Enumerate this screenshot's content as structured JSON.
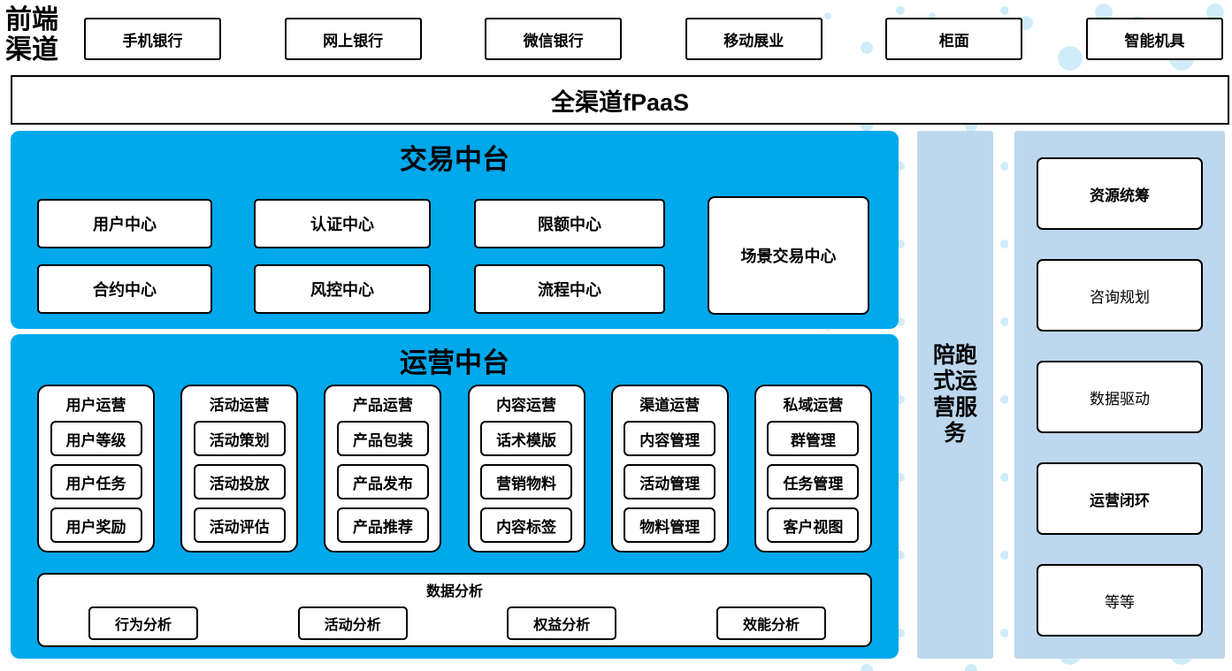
{
  "front_channels": {
    "label": "前端渠道",
    "items": [
      "手机银行",
      "网上银行",
      "微信银行",
      "移动展业",
      "柜面",
      "智能机具"
    ]
  },
  "fpaas": {
    "label": "全渠道fPaaS"
  },
  "trade_platform": {
    "title": "交易中台",
    "grid_boxes": [
      "用户中心",
      "认证中心",
      "限额中心",
      "合约中心",
      "风控中心",
      "流程中心"
    ],
    "tall_box": "场景交易中心"
  },
  "ops_platform": {
    "title": "运营中台",
    "columns": [
      {
        "title": "用户运营",
        "items": [
          "用户等级",
          "用户任务",
          "用户奖励"
        ]
      },
      {
        "title": "活动运营",
        "items": [
          "活动策划",
          "活动投放",
          "活动评估"
        ]
      },
      {
        "title": "产品运营",
        "items": [
          "产品包装",
          "产品发布",
          "产品推荐"
        ]
      },
      {
        "title": "内容运营",
        "items": [
          "话术模版",
          "营销物料",
          "内容标签"
        ]
      },
      {
        "title": "渠道运营",
        "items": [
          "内容管理",
          "活动管理",
          "物料管理"
        ]
      },
      {
        "title": "私域运营",
        "items": [
          "群管理",
          "任务管理",
          "客户视图"
        ]
      }
    ],
    "data_analysis": {
      "title": "数据分析",
      "items": [
        "行为分析",
        "活动分析",
        "权益分析",
        "效能分析"
      ]
    }
  },
  "accompany_service": {
    "label": "陪跑式运营服务"
  },
  "service_items": [
    {
      "label": "资源统筹",
      "bold": true
    },
    {
      "label": "咨询规划",
      "bold": false
    },
    {
      "label": "数据驱动",
      "bold": false
    },
    {
      "label": "运营闭环",
      "bold": true
    },
    {
      "label": "等等",
      "bold": false
    }
  ],
  "colors": {
    "primary_blue": "#00A8EC",
    "light_blue": "#BDD7EE",
    "dot_blue": "#CFECFA",
    "box_border": "#000000",
    "box_bg": "#FFFFFF",
    "text": "#000000"
  }
}
